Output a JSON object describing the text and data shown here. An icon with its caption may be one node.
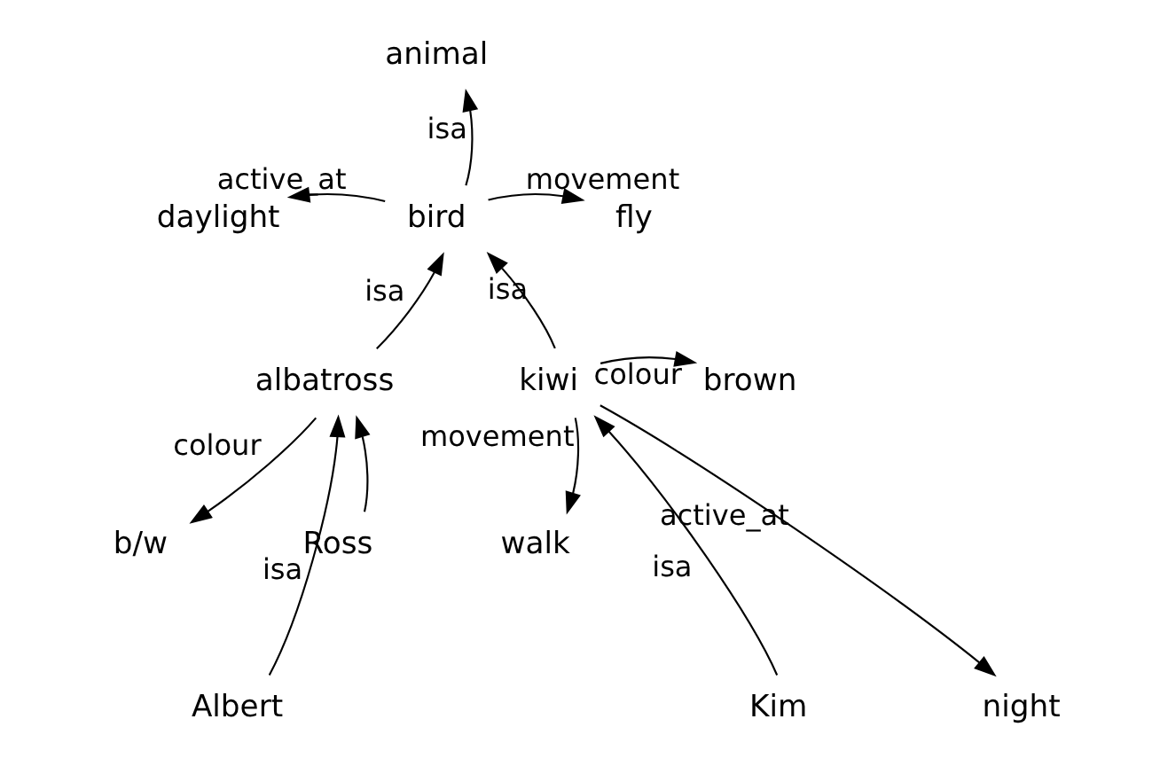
{
  "diagram": {
    "nodes": [
      {
        "text": [
          "animal"
        ]
      },
      {
        "text": [
          "bird"
        ]
      },
      {
        "text": [
          "daylight"
        ]
      },
      {
        "text": [
          "fly"
        ]
      },
      {
        "text": [
          "albatross"
        ]
      },
      {
        "text": [
          "kiwi"
        ]
      },
      {
        "text": [
          "b/w"
        ]
      },
      {
        "text": [
          "Albert"
        ]
      },
      {
        "text": [
          "Ross"
        ]
      },
      {
        "text": [
          "brown"
        ]
      },
      {
        "text": [
          "walk"
        ]
      },
      {
        "text": [
          "night"
        ]
      },
      {
        "text": [
          "Kim"
        ]
      }
    ],
    "edges": [
      {
        "from": 1,
        "to": 0,
        "arrow": "to",
        "label": "isa"
      },
      {
        "from": 1,
        "to": 2,
        "arrow": "to",
        "label": "active_at"
      },
      {
        "from": 1,
        "to": 3,
        "arrow": "to",
        "label": "movement"
      },
      {
        "from": 4,
        "to": 1,
        "arrow": "to",
        "label": "isa"
      },
      {
        "from": 5,
        "to": 1,
        "arrow": "to",
        "label": "isa"
      },
      {
        "from": 4,
        "to": 6,
        "arrow": "to",
        "label": "colour"
      },
      {
        "from": 7,
        "to": 4,
        "arrow": "to",
        "label": "isa"
      },
      {
        "from": 8,
        "to": 4,
        "arrow": "to"
      },
      {
        "from": 5,
        "to": 9,
        "arrow": "to",
        "label": "colour"
      },
      {
        "from": 5,
        "to": 10,
        "arrow": "to",
        "label": "movement"
      },
      {
        "from": 5,
        "to": 11,
        "arrow": "to",
        "label": "active_at"
      },
      {
        "from": 12,
        "to": 5,
        "arrow": "to",
        "label": "isa"
      }
    ]
  }
}
